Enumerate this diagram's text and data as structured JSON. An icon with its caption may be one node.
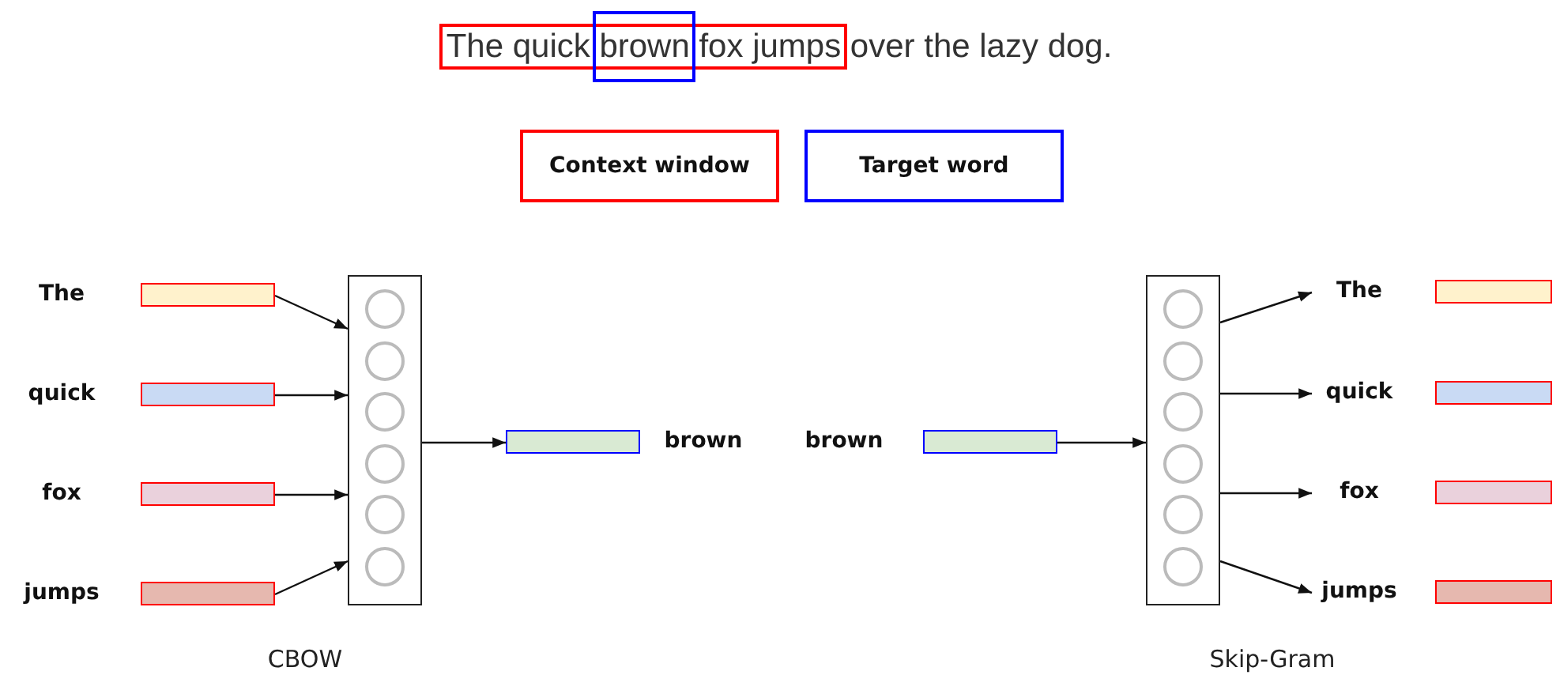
{
  "diagram": {
    "nodes": [
      {
        "text": [],
        "shape": "bar",
        "beside": [
          "The"
        ]
      },
      {
        "text": [],
        "shape": "bar",
        "beside": [
          "quick"
        ]
      },
      {
        "text": [],
        "shape": "bar",
        "beside": [
          "fox"
        ]
      },
      {
        "text": [],
        "shape": "bar",
        "beside": [
          "jumps"
        ]
      },
      {
        "text": [],
        "shape": "box"
      },
      {
        "text": [],
        "shape": "circle",
        "in": 4
      },
      {
        "text": [],
        "shape": "circle",
        "in": 4
      },
      {
        "text": [],
        "shape": "circle",
        "in": 4
      },
      {
        "text": [],
        "shape": "circle",
        "in": 4
      },
      {
        "text": [],
        "shape": "circle",
        "in": 4
      },
      {
        "text": [],
        "shape": "circle",
        "in": 4
      },
      {
        "text": [],
        "shape": "bar",
        "beside": [
          "brown"
        ]
      },
      {
        "text": [],
        "shape": "bar",
        "beside": [
          "brown"
        ]
      },
      {
        "text": [],
        "shape": "box"
      },
      {
        "text": [],
        "shape": "circle",
        "in": 13
      },
      {
        "text": [],
        "shape": "circle",
        "in": 13
      },
      {
        "text": [],
        "shape": "circle",
        "in": 13
      },
      {
        "text": [],
        "shape": "circle",
        "in": 13
      },
      {
        "text": [],
        "shape": "circle",
        "in": 13
      },
      {
        "text": [],
        "shape": "circle",
        "in": 13
      },
      {
        "text": [],
        "shape": "bar",
        "beside": [
          "The"
        ]
      },
      {
        "text": [],
        "shape": "bar",
        "beside": [
          "quick"
        ]
      },
      {
        "text": [],
        "shape": "bar",
        "beside": [
          "fox"
        ]
      },
      {
        "text": [],
        "shape": "bar",
        "beside": [
          "jumps"
        ]
      }
    ],
    "edges": [
      {
        "from": 0,
        "to": 4,
        "arrow": "to"
      },
      {
        "from": 1,
        "to": 4,
        "arrow": "to"
      },
      {
        "from": 2,
        "to": 4,
        "arrow": "to"
      },
      {
        "from": 3,
        "to": 4,
        "arrow": "to"
      },
      {
        "from": 4,
        "to": 11,
        "arrow": "to"
      },
      {
        "from": 12,
        "to": 13,
        "arrow": "to"
      },
      {
        "from": 13,
        "to": 20,
        "arrow": "to"
      },
      {
        "from": 13,
        "to": 21,
        "arrow": "to"
      },
      {
        "from": 13,
        "to": 22,
        "arrow": "to"
      },
      {
        "from": 13,
        "to": 23,
        "arrow": "to"
      }
    ],
    "labels": [
      "The quick brown fox jumps over the lazy dog.",
      "CBOW",
      "Skip-Gram"
    ],
    "legend": [
      {
        "text": "Context window",
        "color": "#ff0000"
      },
      {
        "text": "Target word",
        "color": "#0000ff"
      }
    ]
  }
}
